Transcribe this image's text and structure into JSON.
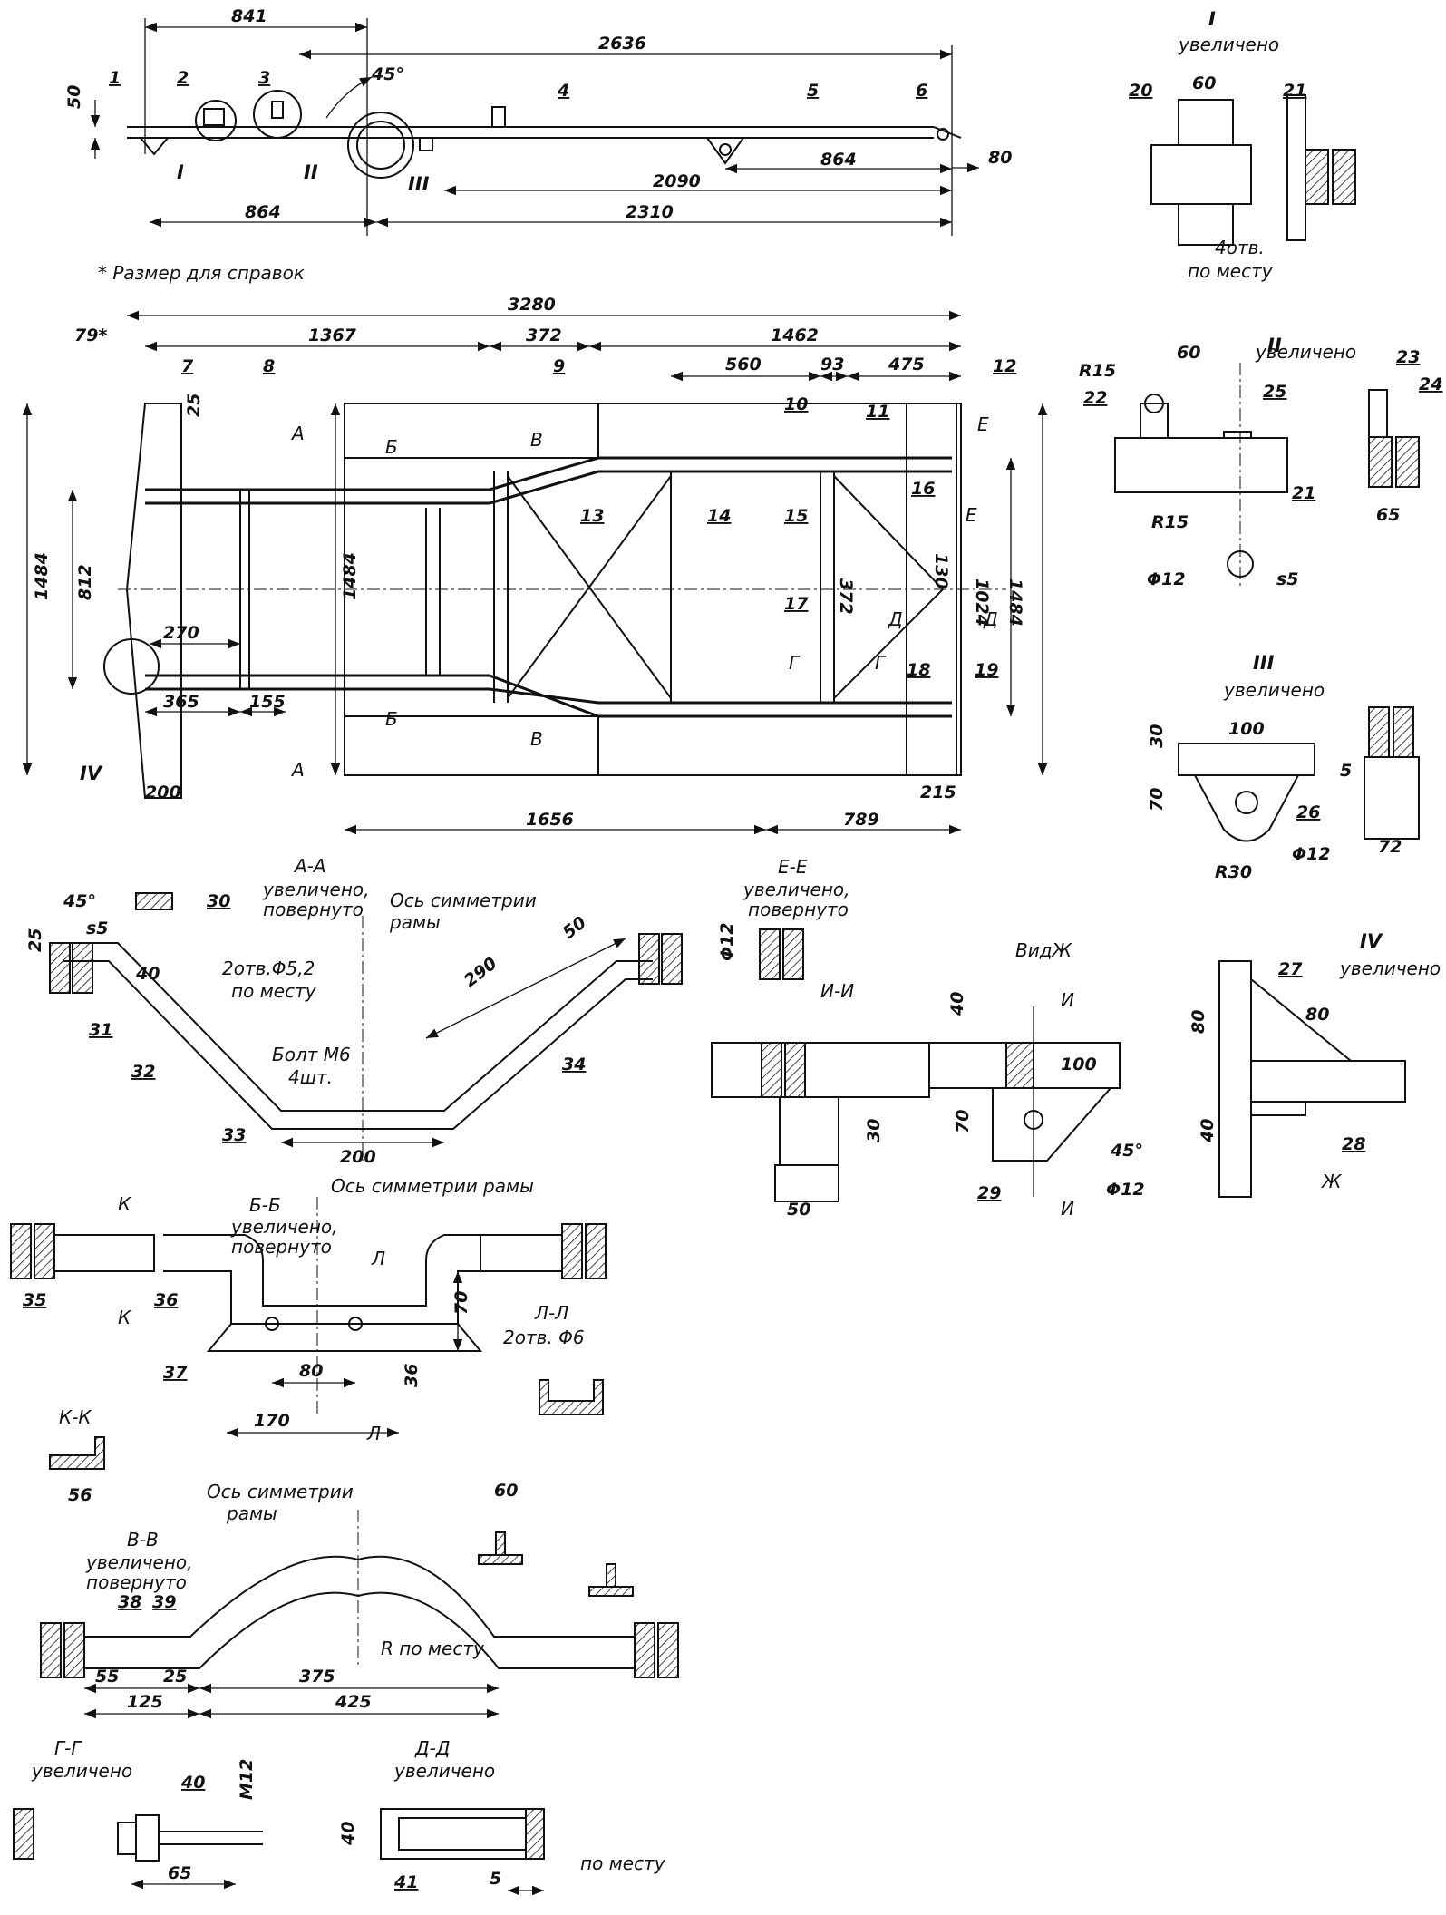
{
  "top_view": {
    "dims": [
      "841",
      "2636",
      "50",
      "45°",
      "864",
      "80",
      "2090",
      "864",
      "2310"
    ],
    "parts": [
      "1",
      "2",
      "3",
      "4",
      "5",
      "6"
    ],
    "callouts": [
      "I",
      "II",
      "III"
    ],
    "note": "* Размер для справок"
  },
  "plan_view": {
    "dims": [
      "3280",
      "79*",
      "1367",
      "372",
      "1462",
      "560",
      "93",
      "475",
      "25",
      "1484",
      "812",
      "1484",
      "1024",
      "1484",
      "372",
      "130",
      "270",
      "365",
      "155",
      "200",
      "1656",
      "789",
      "215"
    ],
    "parts": [
      "7",
      "8",
      "9",
      "10",
      "11",
      "12",
      "13",
      "14",
      "15",
      "16",
      "17",
      "18",
      "19"
    ],
    "sections": [
      "А",
      "А",
      "Б",
      "Б",
      "В",
      "В",
      "Е",
      "Е",
      "Д",
      "Д",
      "Г",
      "Г"
    ],
    "callout": "IV"
  },
  "detail_I": {
    "title": "I",
    "subtitle": "увеличено",
    "dims": [
      "60"
    ],
    "parts": [
      "20",
      "21"
    ],
    "note1": "4отв.",
    "note2": "по месту"
  },
  "detail_II": {
    "title": "II",
    "subtitle": "увеличено",
    "dims": [
      "R15",
      "60",
      "65",
      "R15",
      "Φ12",
      "s5"
    ],
    "parts": [
      "22",
      "23",
      "24",
      "25",
      "21"
    ]
  },
  "detail_III": {
    "title": "III",
    "subtitle": "увеличено",
    "dims": [
      "30",
      "100",
      "70",
      "5",
      "72",
      "Φ12",
      "R30"
    ],
    "parts": [
      "26"
    ]
  },
  "detail_IV": {
    "title": "IV",
    "subtitle": "увеличено",
    "dims": [
      "80",
      "80",
      "40"
    ],
    "parts": [
      "27",
      "28"
    ],
    "view": "Ж"
  },
  "section_AA": {
    "title": "А-А",
    "subtitle1": "увеличено,",
    "subtitle2": "повернуто",
    "axis_label1": "Ось симметрии",
    "axis_label2": "рамы",
    "dims": [
      "45°",
      "s5",
      "25",
      "40",
      "290",
      "50",
      "200"
    ],
    "notes": [
      "2отв.Φ5,2",
      "по месту",
      "Болт М6",
      "4шт."
    ],
    "parts": [
      "30",
      "31",
      "32",
      "33",
      "34"
    ]
  },
  "section_EE": {
    "title": "Е-Е",
    "subtitle1": "увеличено,",
    "subtitle2": "повернуто",
    "dims": [
      "Φ12"
    ]
  },
  "section_II": {
    "title": "И-И",
    "dims": [
      "40",
      "30",
      "50"
    ]
  },
  "view_Zh": {
    "title": "ВидЖ",
    "dims": [
      "100",
      "70",
      "45°",
      "Φ12"
    ],
    "parts": [
      "29"
    ],
    "marks": [
      "И",
      "И"
    ]
  },
  "section_BB": {
    "title": "Б-Б",
    "subtitle1": "увеличено,",
    "subtitle2": "повернуто",
    "axis_label": "Ось симметрии рамы",
    "dims": [
      "70",
      "80",
      "36",
      "170"
    ],
    "parts": [
      "35",
      "36",
      "37"
    ],
    "marks": [
      "К",
      "К",
      "Л",
      "Л"
    ]
  },
  "section_LL": {
    "title": "Л-Л",
    "note": "2отв. Φ6"
  },
  "section_KK": {
    "title": "К-К",
    "dims": [
      "56"
    ]
  },
  "section_VV": {
    "title": "В-В",
    "subtitle1": "увеличено,",
    "subtitle2": "повернуто",
    "axis_label1": "Ось симметрии",
    "axis_label2": "рамы",
    "dims": [
      "60",
      "55",
      "25",
      "125",
      "375",
      "425"
    ],
    "radius": "R по месту",
    "parts": [
      "38",
      "39"
    ]
  },
  "section_GG": {
    "title": "Г-Г",
    "subtitle": "увеличено",
    "dims": [
      "M12",
      "65"
    ],
    "parts": [
      "40"
    ]
  },
  "section_DD": {
    "title": "Д-Д",
    "subtitle": "увеличено",
    "dims": [
      "40",
      "5"
    ],
    "note": "по месту",
    "parts": [
      "41"
    ]
  }
}
